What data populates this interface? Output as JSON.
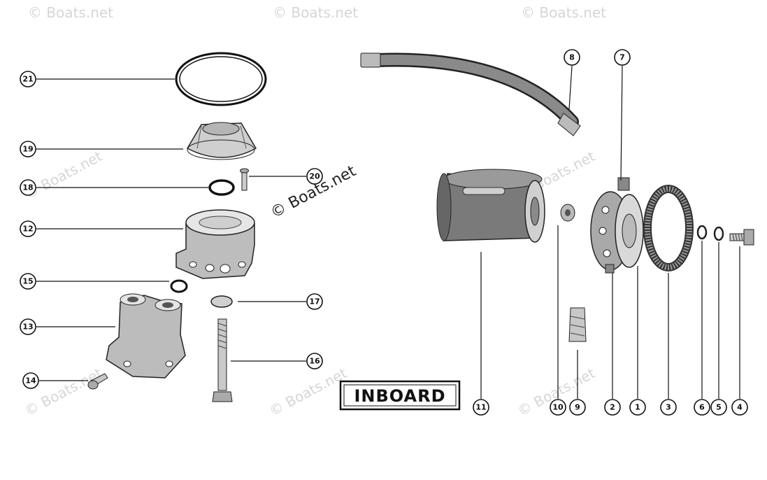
{
  "label_box": {
    "text": "INBOARD"
  },
  "watermark": "© Boats.net",
  "callouts": [
    "21",
    "19",
    "18",
    "20",
    "12",
    "15",
    "17",
    "13",
    "16",
    "14",
    "8",
    "7",
    "11",
    "10",
    "9",
    "2",
    "1",
    "3",
    "6",
    "5",
    "4"
  ]
}
